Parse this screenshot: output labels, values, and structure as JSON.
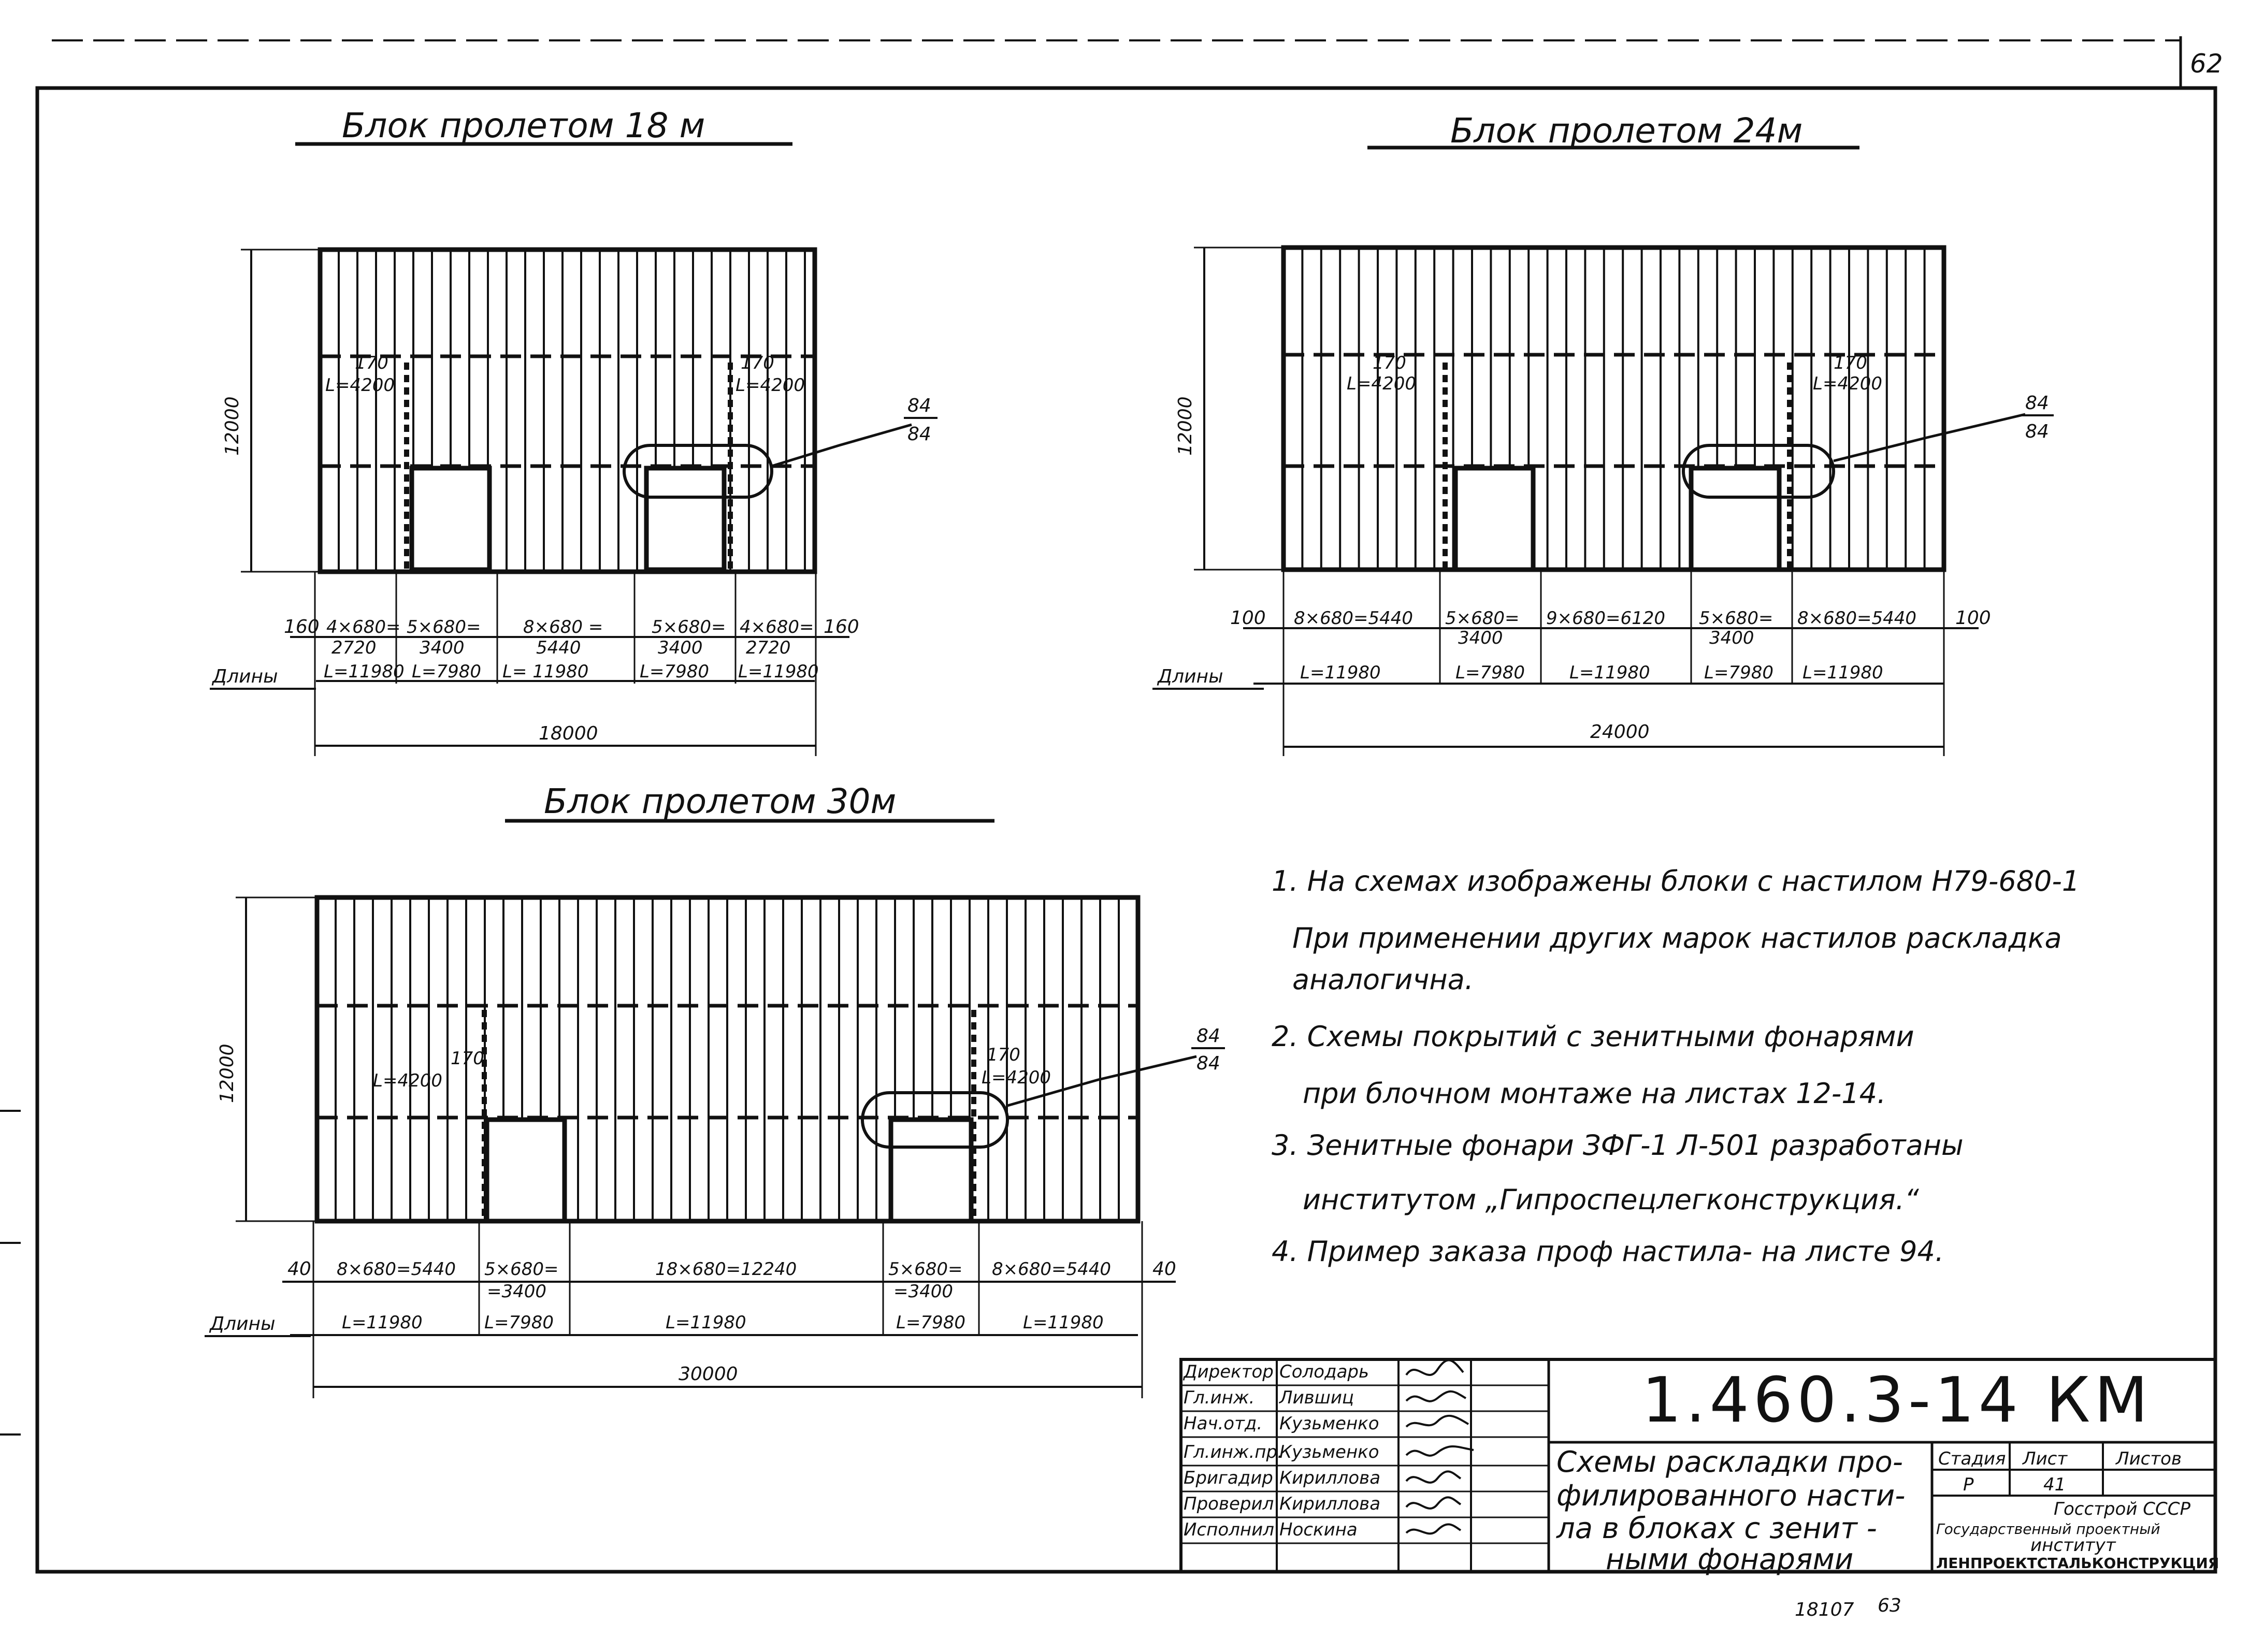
{
  "sheet_number": "62",
  "blocks": {
    "b18": {
      "title": "Блок пролетом 18 м",
      "height": "12000",
      "opening_label_left": "170",
      "opening_label_left_sub": "L=4200",
      "opening_label_right": "170",
      "opening_label_right_sub": "L=4200",
      "callout_top": "84",
      "callout_bottom": "84",
      "edge_left": "160",
      "edge_right": "160",
      "segments": [
        {
          "top": "4×680=",
          "bottom": "2720"
        },
        {
          "top": "5×680=",
          "bottom": "3400"
        },
        {
          "top": "8×680 =",
          "bottom": "5440"
        },
        {
          "top": "5×680=",
          "bottom": "3400"
        },
        {
          "top": "4×680=",
          "bottom": "2720"
        }
      ],
      "lengths_label": "Длины",
      "lengths": [
        "L=11980",
        "L=7980",
        "L= 11980",
        "L=7980",
        "L=11980"
      ],
      "total": "18000"
    },
    "b24": {
      "title": "Блок пролетом 24м",
      "height": "12000",
      "opening_label_left": "170",
      "opening_label_left_sub": "L=4200",
      "opening_label_right": "170",
      "opening_label_right_sub": "L=4200",
      "callout_top": "84",
      "callout_bottom": "84",
      "edge_left": "100",
      "edge_right": "100",
      "segments": [
        {
          "top": "8×680=5440",
          "bottom": ""
        },
        {
          "top": "5×680=",
          "bottom": "3400"
        },
        {
          "top": "9×680=6120",
          "bottom": ""
        },
        {
          "top": "5×680=",
          "bottom": "3400"
        },
        {
          "top": "8×680=5440",
          "bottom": ""
        }
      ],
      "lengths_label": "Длины",
      "lengths": [
        "L=11980",
        "L=7980",
        "L=11980",
        "L=7980",
        "L=11980"
      ],
      "total": "24000"
    },
    "b30": {
      "title": "Блок пролетом 30м",
      "height": "12000",
      "opening_label_left": "170",
      "opening_label_left_sub": "L=4200",
      "opening_label_right": "170",
      "opening_label_right_sub": "L=4200",
      "callout_top": "84",
      "callout_bottom": "84",
      "edge_left": "40",
      "edge_right": "40",
      "segments": [
        {
          "top": "8×680=5440",
          "bottom": ""
        },
        {
          "top": "5×680=",
          "bottom": "=3400"
        },
        {
          "top": "18×680=12240",
          "bottom": ""
        },
        {
          "top": "5×680=",
          "bottom": "=3400"
        },
        {
          "top": "8×680=5440",
          "bottom": ""
        }
      ],
      "lengths_label": "Длины",
      "lengths": [
        "L=11980",
        "L=7980",
        "L=11980",
        "L=7980",
        "L=11980"
      ],
      "total": "30000"
    }
  },
  "notes": [
    "1. На схемах изображены блоки с настилом Н79-680-1",
    "При применении других марок настилов раскладка",
    "аналогична.",
    "2. Схемы покрытий с зенитными фонарями",
    "при блочном монтаже на листах 12-14.",
    "3. Зенитные фонари ЗФГ-1 Л-501 разработаны",
    "институтом „Гипроспецлегконструкция.“",
    "4. Пример заказа проф настила- на листе 94."
  ],
  "title_block": {
    "doc_code": "1.460.3-14 КМ",
    "roles": [
      "Директор",
      "Гл.инж.",
      "Нач.отд.",
      "Гл.инж.пр.",
      "Бригадир",
      "Проверил",
      "Исполнил"
    ],
    "names": [
      "Солодарь",
      "Лившиц",
      "Кузьменко",
      "Кузьменко",
      "Кириллова",
      "Кириллова",
      "Носкина"
    ],
    "description": [
      "Схемы раскладки про-",
      "филированного насти-",
      "ла в блоках с зенит -",
      "ными фонарями"
    ],
    "stage_header": "Стадия",
    "sheet_header": "Лист",
    "sheets_header": "Листов",
    "stage": "Р",
    "sheet": "41",
    "org_line1": "Госстрой СССР",
    "org_line2": "Государственный проектный",
    "org_line3": "институт",
    "org_line4": "ЛЕНПРОЕКТСТАЛЬКОНСТРУКЦИЯ"
  },
  "footer": {
    "archive": "18107",
    "page": "63"
  }
}
